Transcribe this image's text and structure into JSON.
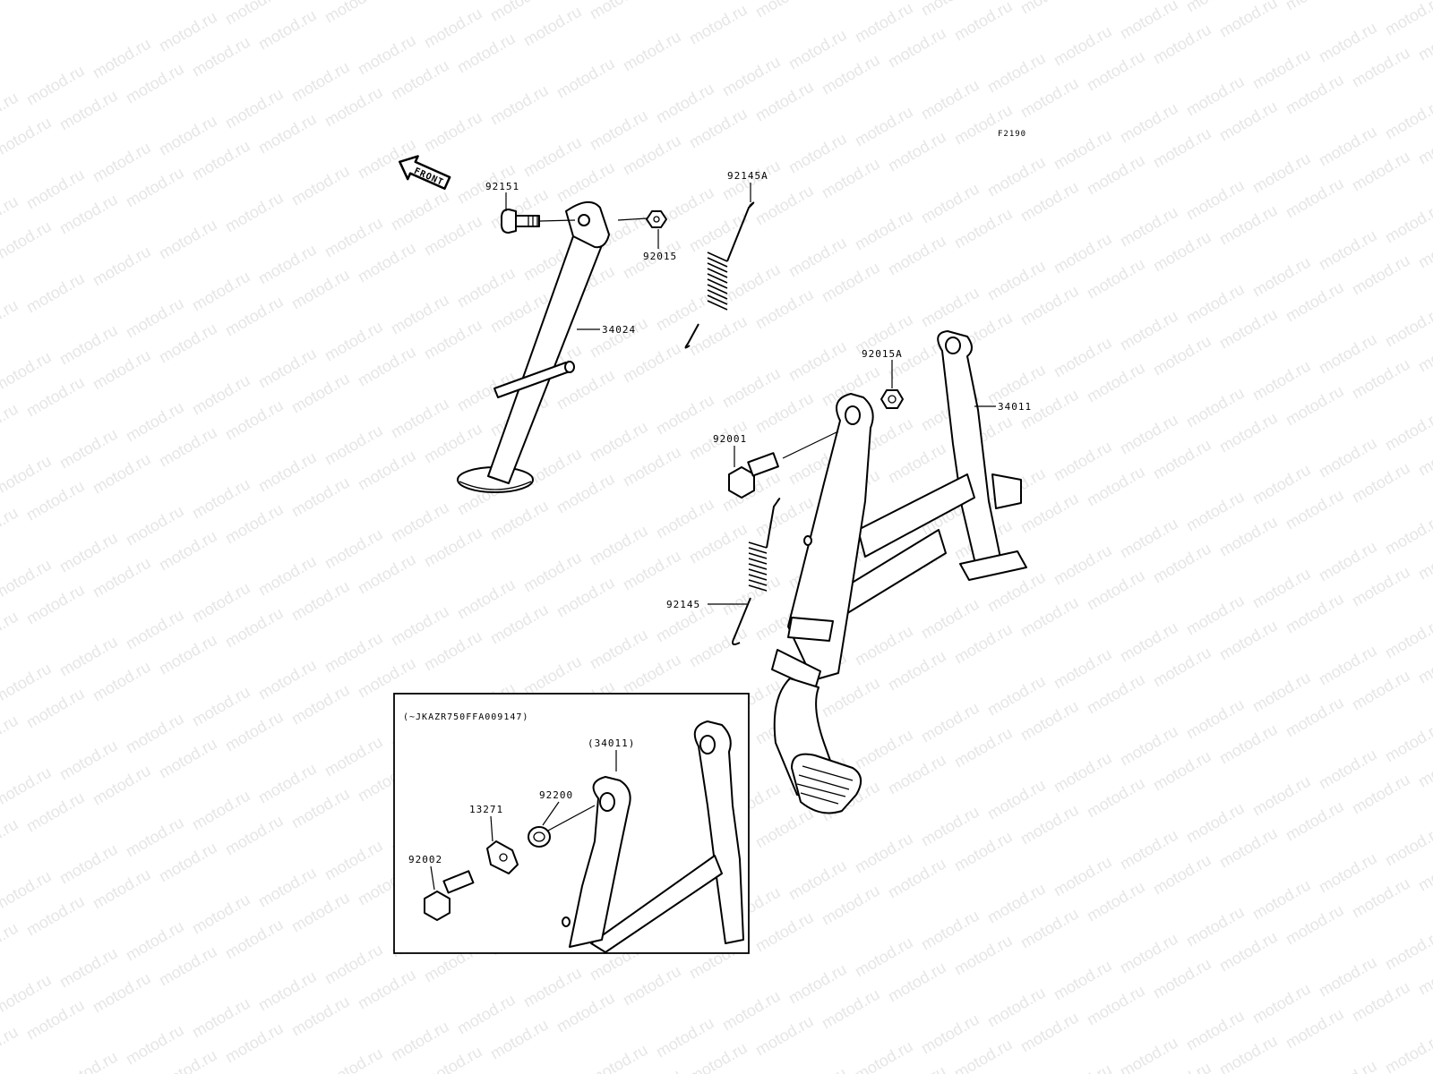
{
  "diagram": {
    "figure_code": "F2190",
    "front_arrow_label": "FRONT",
    "watermark": "motod.ru",
    "callouts": {
      "c92151": "92151",
      "c92015": "92015",
      "c92145A": "92145A",
      "c34024": "34024",
      "c92015A": "92015A",
      "c34011": "34011",
      "c92001": "92001",
      "c92145": "92145"
    },
    "inset": {
      "condition": "(~JKAZR750FFA009147)",
      "c34011_ref": "(34011)",
      "c92200": "92200",
      "c13271": "13271",
      "c92002": "92002"
    }
  }
}
